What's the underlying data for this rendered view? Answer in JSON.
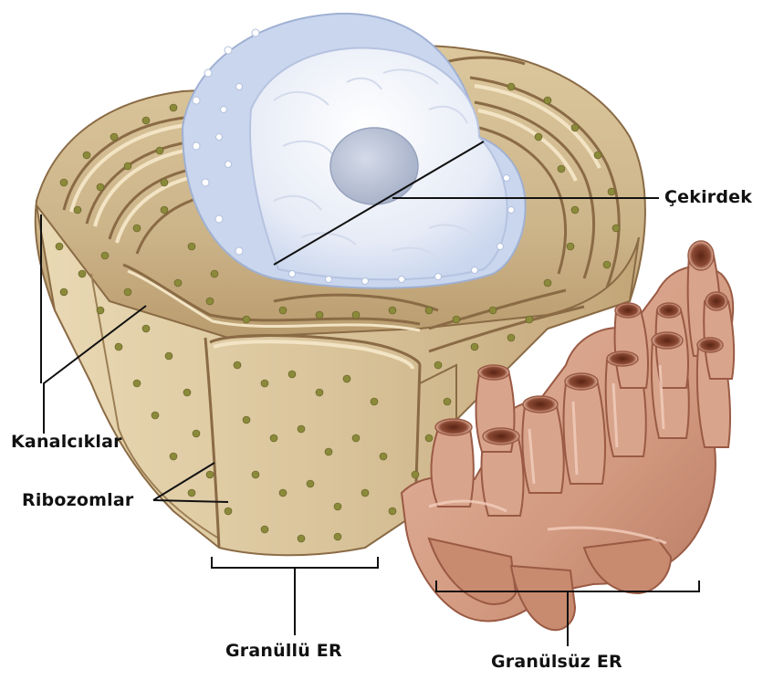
{
  "labels": {
    "nucleus": "Çekirdek",
    "channels": "Kanalcıklar",
    "ribosomes": "Ribozomlar",
    "rough_er": "Granüllü ER",
    "smooth_er": "Granülsüz ER"
  },
  "colors": {
    "background": "#ffffff",
    "rough_er_fill": "#cdb58a",
    "rough_er_light": "#e8d7b0",
    "rough_er_edge": "#8a6b45",
    "ribosome": "#8b8a3a",
    "nucleus_envelope": "#c9d6ee",
    "nucleus_interior": "#eef1f8",
    "nucleolus": "#b9c2d6",
    "smooth_er_fill": "#d9a48c",
    "smooth_er_dark": "#9a5a44",
    "line": "#111111"
  }
}
